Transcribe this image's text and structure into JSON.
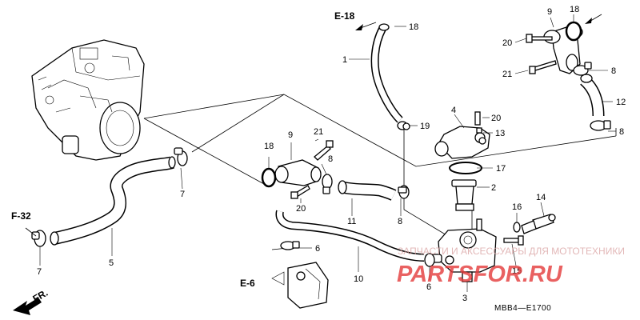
{
  "callouts": {
    "c1": "1",
    "c2": "2",
    "c3": "3",
    "c4": "4",
    "c5": "5",
    "c6a": "6",
    "c6b": "6",
    "c7a": "7",
    "c7b": "7",
    "c8a": "8",
    "c8b": "8",
    "c8c": "8",
    "c8d": "8",
    "c9a": "9",
    "c9b": "9",
    "c10": "10",
    "c11": "11",
    "c12": "12",
    "c13": "13",
    "c14": "14",
    "c15": "15",
    "c16": "16",
    "c17": "17",
    "c18a": "18",
    "c18b": "18",
    "c18c": "18",
    "c19": "19",
    "c20a": "20",
    "c20b": "20",
    "c20c": "20",
    "c21a": "21",
    "c21b": "21"
  },
  "references": {
    "e18": "E-18",
    "f32": "F-32",
    "e6": "E-6",
    "fr": "FR."
  },
  "diagram_code": "MBB4—E1700",
  "watermark": {
    "top": "ЗАПЧАСТИ И АКСЕССУАРЫ ДЛЯ МОТОТЕХНИКИ",
    "logo": "PARTSFOR.RU"
  }
}
